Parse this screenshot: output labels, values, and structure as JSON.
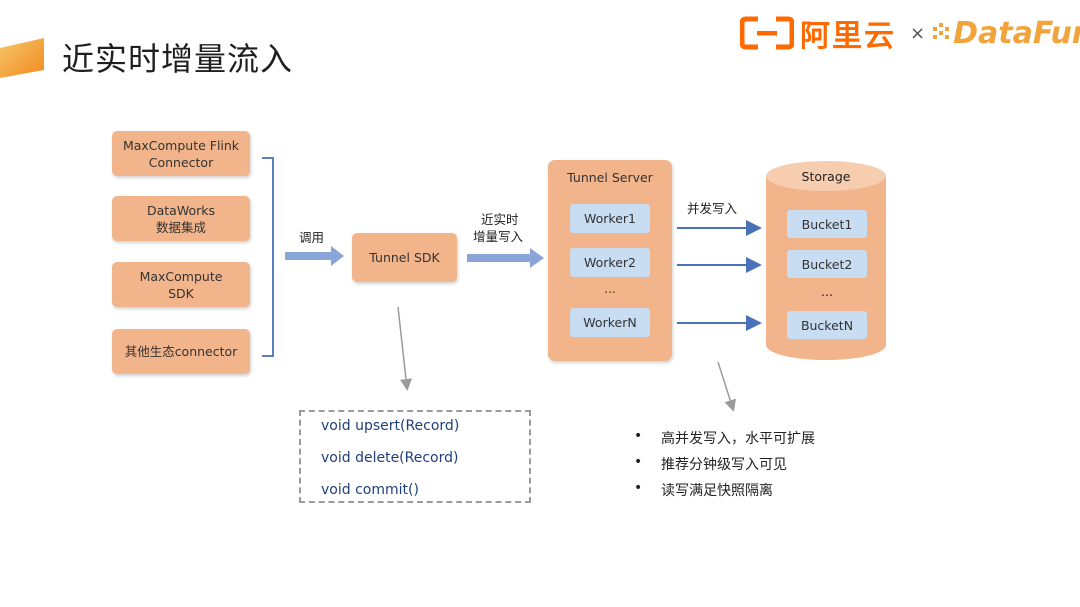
{
  "header": {
    "title": "近实时增量流入",
    "brand_aliyun": "阿里云",
    "brand_times": "×",
    "brand_datafun": "DataFun.",
    "accent_color": "#f5a623",
    "aliyun_color": "#ff6a00"
  },
  "diagram": {
    "sources": [
      {
        "line1": "MaxCompute Flink",
        "line2": "Connector"
      },
      {
        "line1": "DataWorks",
        "line2": "数据集成"
      },
      {
        "line1": "MaxCompute",
        "line2": "SDK"
      },
      {
        "line1": "其他生态connector",
        "line2": ""
      }
    ],
    "call_label": "调用",
    "sdk_label": "Tunnel SDK",
    "write_label_line1": "近实时",
    "write_label_line2": "增量写入",
    "server_title": "Tunnel Server",
    "workers": [
      "Worker1",
      "Worker2",
      "WorkerN"
    ],
    "worker_ellipsis": "...",
    "concurrent_label": "并发写入",
    "storage_title": "Storage",
    "buckets": [
      "Bucket1",
      "Bucket2",
      "BucketN"
    ],
    "bucket_ellipsis": "...",
    "box_color": "#f2b48a",
    "inner_color": "#c8dcf2",
    "arrow_color": "#4a72b8"
  },
  "code": {
    "lines": [
      "void upsert(Record)",
      "void delete(Record)",
      "void commit()"
    ]
  },
  "notes": {
    "bullet_glyph": "•",
    "items": [
      "高并发写入，水平可扩展",
      "推荐分钟级写入可见",
      "读写满足快照隔离"
    ]
  }
}
